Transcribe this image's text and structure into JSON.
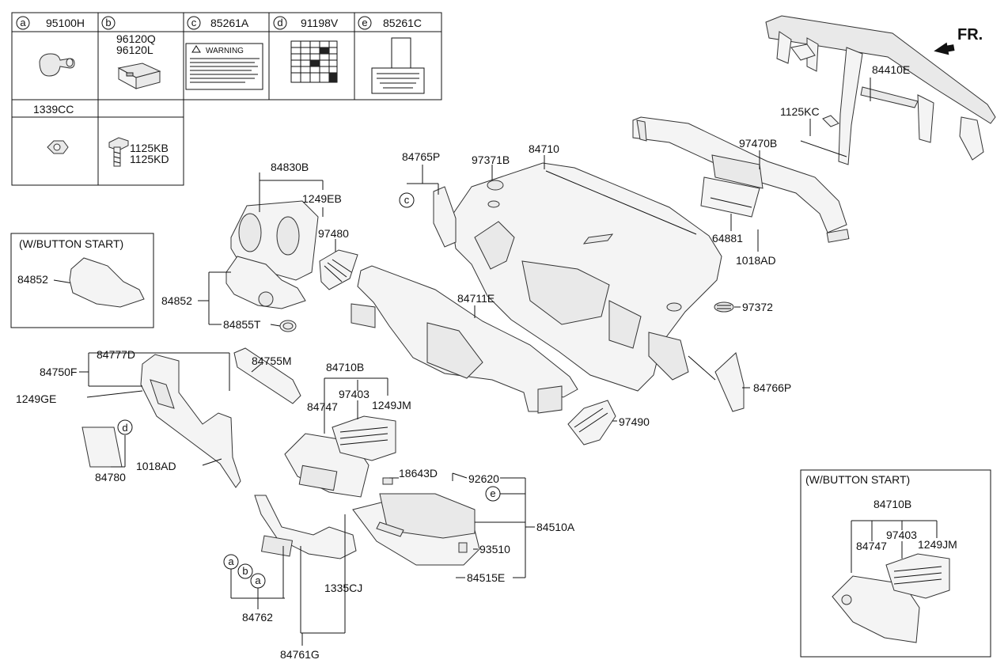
{
  "legend": {
    "cells": [
      {
        "letter": "a",
        "code": "95100H"
      },
      {
        "letter": "b",
        "code": "96120Q",
        "code2": "96120L"
      },
      {
        "letter": "c",
        "code": "85261A",
        "warning": "WARNING"
      },
      {
        "letter": "d",
        "code": "91198V"
      },
      {
        "letter": "e",
        "code": "85261C"
      }
    ],
    "row2": [
      {
        "code": "1339CC"
      },
      {
        "code": "1125KB",
        "code2": "1125KD"
      }
    ]
  },
  "direction": "FR.",
  "insets": {
    "left": {
      "title": "(W/BUTTON START)",
      "part": "84852"
    },
    "right": {
      "title": "(W/BUTTON START)",
      "parts": [
        "84710B",
        "97403",
        "84747",
        "1249JM"
      ]
    }
  },
  "callout_letters": {
    "a": "a",
    "b": "b",
    "c": "c",
    "d": "d",
    "e": "e"
  },
  "parts": {
    "p84410E": "84410E",
    "p1125KC": "1125KC",
    "p97470B": "97470B",
    "p64881": "64881",
    "p1018AD_a": "1018AD",
    "p84830B": "84830B",
    "p1249EB": "1249EB",
    "p97480": "97480",
    "p84852": "84852",
    "p84855T": "84855T",
    "p84765P": "84765P",
    "p97371B": "97371B",
    "p84710": "84710",
    "p97372": "97372",
    "p84711E": "84711E",
    "p84766P": "84766P",
    "p84777D": "84777D",
    "p84750F": "84750F",
    "p1249GE": "1249GE",
    "p84755M": "84755M",
    "p84780": "84780",
    "p1018AD_b": "1018AD",
    "p84710B": "84710B",
    "p97403": "97403",
    "p84747": "84747",
    "p1249JM": "1249JM",
    "p97490": "97490",
    "p18643D": "18643D",
    "p92620": "92620",
    "p84510A": "84510A",
    "p93510": "93510",
    "p84515E": "84515E",
    "p1335CJ": "1335CJ",
    "p84762": "84762",
    "p84761G": "84761G"
  }
}
